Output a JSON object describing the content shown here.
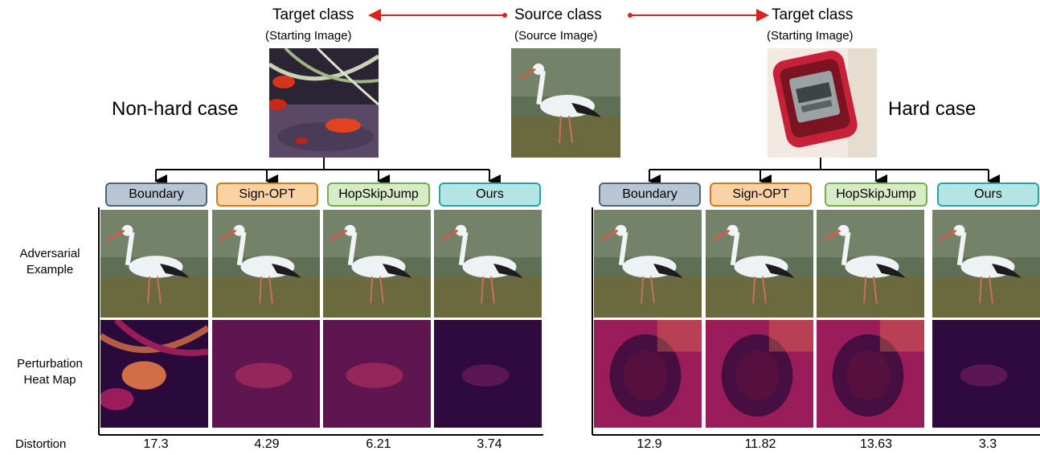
{
  "header": {
    "source_title": "Source class",
    "source_sub": "(Source Image)",
    "target_title": "Target class",
    "target_sub": "(Starting Image)"
  },
  "cases": {
    "non_hard": "Non-hard case",
    "hard": "Hard case"
  },
  "methods": [
    {
      "label": "Boundary",
      "bg": "#b8c5d3",
      "border": "#4f6278"
    },
    {
      "label": "Sign-OPT",
      "bg": "#fbd2a4",
      "border": "#d9781b"
    },
    {
      "label": "HopSkipJump",
      "bg": "#d6ebc6",
      "border": "#72ad52"
    },
    {
      "label": "Ours",
      "bg": "#b4e4e3",
      "border": "#2aa3a8"
    }
  ],
  "rows": {
    "adversarial": [
      "Adversarial",
      "Example"
    ],
    "heatmap": [
      "Perturbation",
      "Heat Map"
    ],
    "distortion": "Distortion"
  },
  "distortion": {
    "non_hard": [
      "17.3",
      "4.29",
      "6.21",
      "3.74"
    ],
    "hard": [
      "12.9",
      "11.82",
      "13.63",
      "3.3"
    ]
  },
  "colors": {
    "arrow": "#e0201b",
    "heat_dark": "#2a0a3a",
    "heat_mid": "#9b1c5a",
    "heat_hot": "#f0804a"
  }
}
